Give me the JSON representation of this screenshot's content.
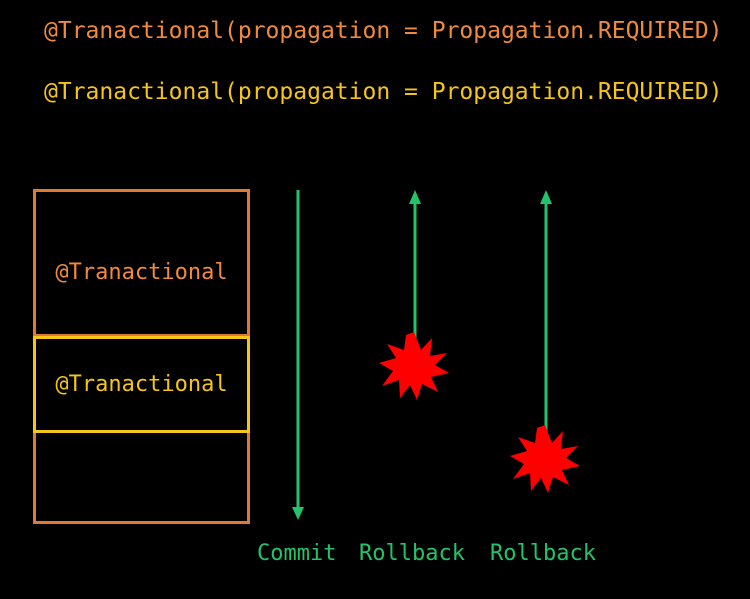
{
  "annotations": {
    "outer_method": "@Tranactional(propagation = Propagation.REQUIRED)",
    "inner_method": "@Tranactional(propagation = Propagation.REQUIRED)"
  },
  "transaction_stack": {
    "outer_label": "@Tranactional",
    "inner_label": "@Tranactional"
  },
  "outcomes": [
    {
      "label": "Commit",
      "direction": "down",
      "exception": false
    },
    {
      "label": "Rollback",
      "direction": "up",
      "exception": true
    },
    {
      "label": "Rollback",
      "direction": "up",
      "exception": true
    }
  ],
  "colors": {
    "outer": "#e07a32",
    "inner": "#f5c518",
    "arrow": "#23c36a",
    "exception": "#ff0000"
  },
  "icons": {
    "exception": "explosion-icon"
  }
}
